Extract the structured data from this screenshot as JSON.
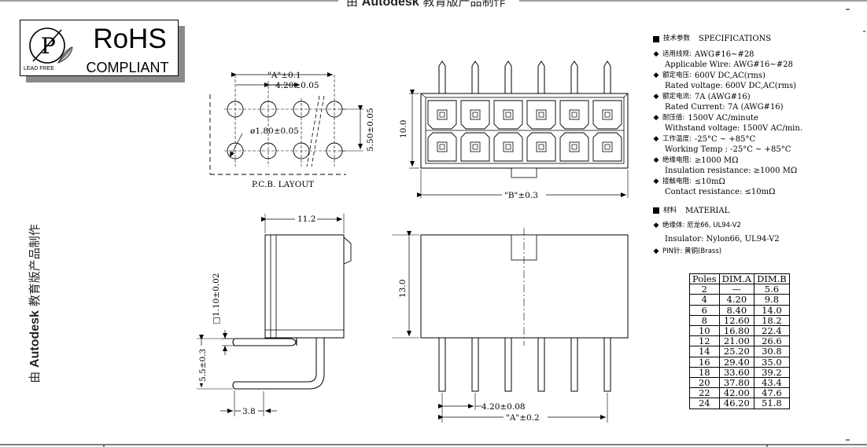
{
  "watermark": {
    "prefix": "由",
    "brand": "Autodesk",
    "suffix": "教育版产品制作"
  },
  "rohs": {
    "title": "RoHS",
    "subtitle": "COMPLIANT",
    "badge_letter": "P",
    "lead_free": "LEAD FREE"
  },
  "pcb_layout": {
    "caption": "P.C.B.  LAYOUT",
    "dim_a": "\"A\"±0.1",
    "pitch": "4.20±0.05",
    "hole": "ø1.80±0.05",
    "row_pitch": "5.50±0.05"
  },
  "front_view": {
    "height": "10.0",
    "dim_b": "\"B\"±0.3"
  },
  "side_view": {
    "width": "11.2",
    "pin_sq": "□1.10±0.02",
    "offset": "5.5±0.3",
    "tail": "3.8"
  },
  "bottom_view": {
    "height": "13.0",
    "pitch": "4.20±0.08",
    "dim_a": "\"A\"±0.2"
  },
  "specifications": {
    "heading_cn": "技术参数",
    "heading_en": "SPECIFICATIONS",
    "items": [
      {
        "cn": "适用线规:",
        "cn_value": "AWG#16~#28",
        "en": "Applicable Wire: AWG#16~#28"
      },
      {
        "cn": "额定电压:",
        "cn_value": "600V DC,AC(rms)",
        "en": "Rated voltage: 600V DC,AC(rms)"
      },
      {
        "cn": "额定电流:",
        "cn_value": "7A (AWG#16)",
        "en": "Rated Current: 7A (AWG#16)"
      },
      {
        "cn": "耐压值:",
        "cn_value": "1500V AC/minute",
        "en": "Withstand voltage: 1500V AC/min."
      },
      {
        "cn": "工作温度:",
        "cn_value": "-25°C ~ +85°C",
        "en": "Working Temp : -25°C ~ +85°C"
      },
      {
        "cn": "绝缘电阻:",
        "cn_value": "≥1000 MΩ",
        "en": "Insulation resistance: ≥1000 MΩ"
      },
      {
        "cn": "接触电阻:",
        "cn_value": "≤10mΩ",
        "en": "Contact resistance: ≤10mΩ"
      }
    ]
  },
  "material": {
    "heading_cn": "材料",
    "heading_en": "MATERIAL",
    "insulator_cn": "绝缘体: 尼龙66, UL94-V2",
    "insulator_en": "Insulator: Nylon66, UL94-V2",
    "pin": "PIN针: 黄铜(Brass)"
  },
  "dim_table": {
    "headers": [
      "Poles",
      "DIM.A",
      "DIM.B"
    ],
    "rows": [
      [
        "2",
        "—",
        "5.6"
      ],
      [
        "4",
        "4.20",
        "9.8"
      ],
      [
        "6",
        "8.40",
        "14.0"
      ],
      [
        "8",
        "12.60",
        "18.2"
      ],
      [
        "10",
        "16.80",
        "22.4"
      ],
      [
        "12",
        "21.00",
        "26.6"
      ],
      [
        "14",
        "25.20",
        "30.8"
      ],
      [
        "16",
        "29.40",
        "35.0"
      ],
      [
        "18",
        "33.60",
        "39.2"
      ],
      [
        "20",
        "37.80",
        "43.4"
      ],
      [
        "22",
        "42.00",
        "47.6"
      ],
      [
        "24",
        "46.20",
        "51.8"
      ]
    ]
  }
}
